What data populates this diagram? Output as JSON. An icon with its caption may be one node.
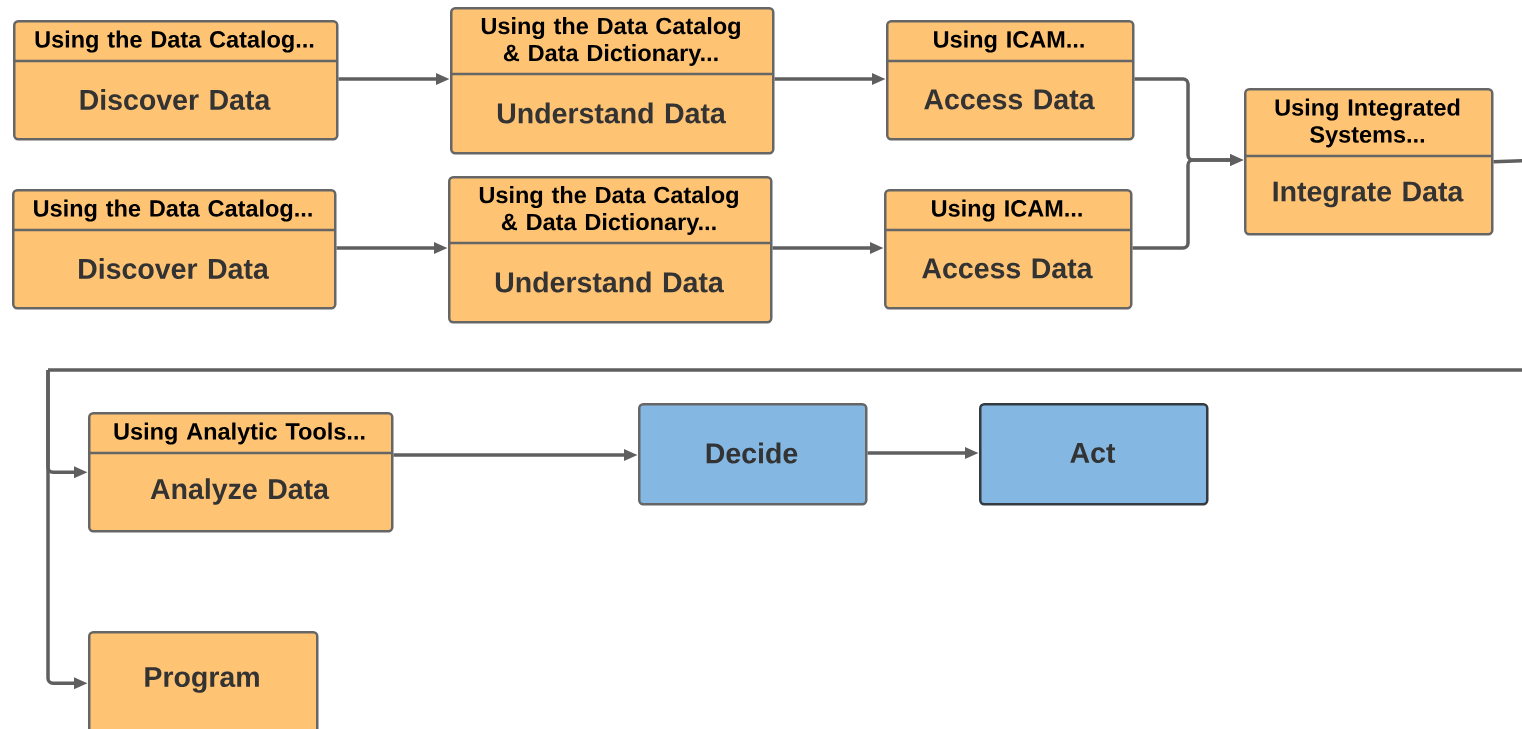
{
  "diagram": {
    "nodes": [
      {
        "text": [
          "Using the Data Catalog...",
          "Discover Data"
        ]
      },
      {
        "text": [
          "Using the Data Catalog & Data Dictionary...",
          "Understand Data"
        ]
      },
      {
        "text": [
          "Using ICAM...",
          "Access Data"
        ]
      },
      {
        "text": [
          "Using the Data Catalog...",
          "Discover Data"
        ]
      },
      {
        "text": [
          "Using the Data Catalog & Data Dictionary...",
          "Understand Data"
        ]
      },
      {
        "text": [
          "Using ICAM...",
          "Access Data"
        ]
      },
      {
        "text": [
          "Using Integrated Systems...",
          "Integrate Data"
        ]
      },
      {
        "text": [
          "Using Analytic Tools...",
          "Analyze Data"
        ]
      },
      {
        "text": [
          "Decide"
        ]
      },
      {
        "text": [
          "Act"
        ]
      },
      {
        "text": [
          "Program"
        ]
      }
    ],
    "edges": [
      {
        "from": 0,
        "to": 1,
        "arrow": "to"
      },
      {
        "from": 1,
        "to": 2,
        "arrow": "to"
      },
      {
        "from": 3,
        "to": 4,
        "arrow": "to"
      },
      {
        "from": 4,
        "to": 5,
        "arrow": "to"
      },
      {
        "from": 2,
        "to": 6,
        "arrow": "to"
      },
      {
        "from": 5,
        "to": 6,
        "arrow": "to"
      },
      {
        "from": 6,
        "to": 7,
        "arrow": "to"
      },
      {
        "from": 6,
        "to": 10,
        "arrow": "to"
      },
      {
        "from": 7,
        "to": 8,
        "arrow": "to"
      },
      {
        "from": 8,
        "to": 9,
        "arrow": "to"
      }
    ]
  }
}
